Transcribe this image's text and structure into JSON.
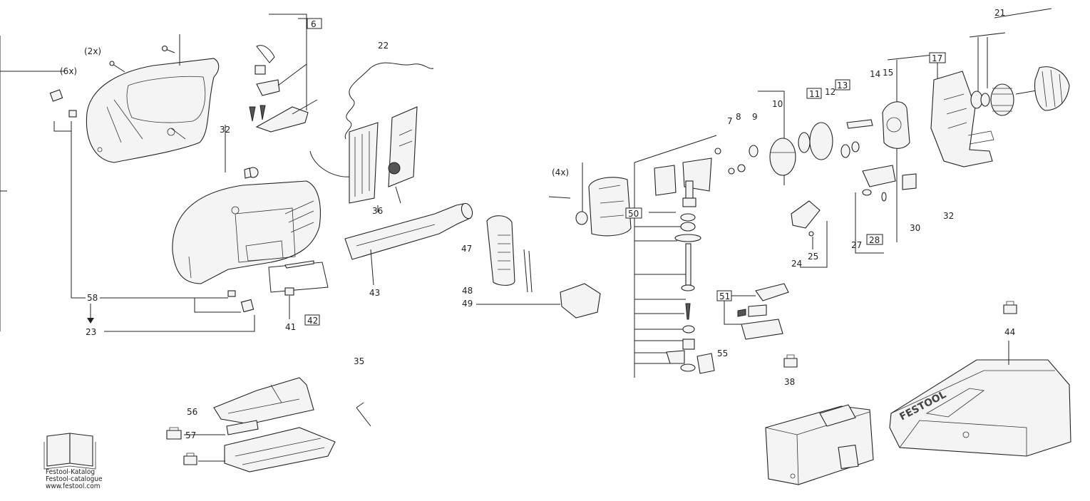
{
  "labels": {
    "qty_2x": "(2x)",
    "qty_6x": "(6x)",
    "qty_4x": "(4x)",
    "n6": "6",
    "n22": "22",
    "n32a": "32",
    "n36": "36",
    "n43": "43",
    "n47": "47",
    "n48": "48",
    "n49": "49",
    "n41": "41",
    "n42": "42",
    "n58": "58",
    "n23": "23",
    "n35": "35",
    "n56": "56",
    "n57": "57",
    "n50": "50",
    "n7": "7",
    "n8": "8",
    "n9": "9",
    "n10": "10",
    "n11": "11",
    "n12": "12",
    "n13": "13",
    "n14": "14",
    "n15": "15",
    "n17": "17",
    "n21": "21",
    "n24": "24",
    "n25": "25",
    "n27": "27",
    "n28": "28",
    "n30": "30",
    "n32b": "32",
    "n51": "51",
    "n55": "55",
    "n38": "38",
    "n44": "44"
  },
  "catalog": {
    "line1": "Festool-Katalog",
    "line2": "Festool-catalogue",
    "line3": "www.festool.com"
  },
  "charger_brand": "FESTOOL"
}
